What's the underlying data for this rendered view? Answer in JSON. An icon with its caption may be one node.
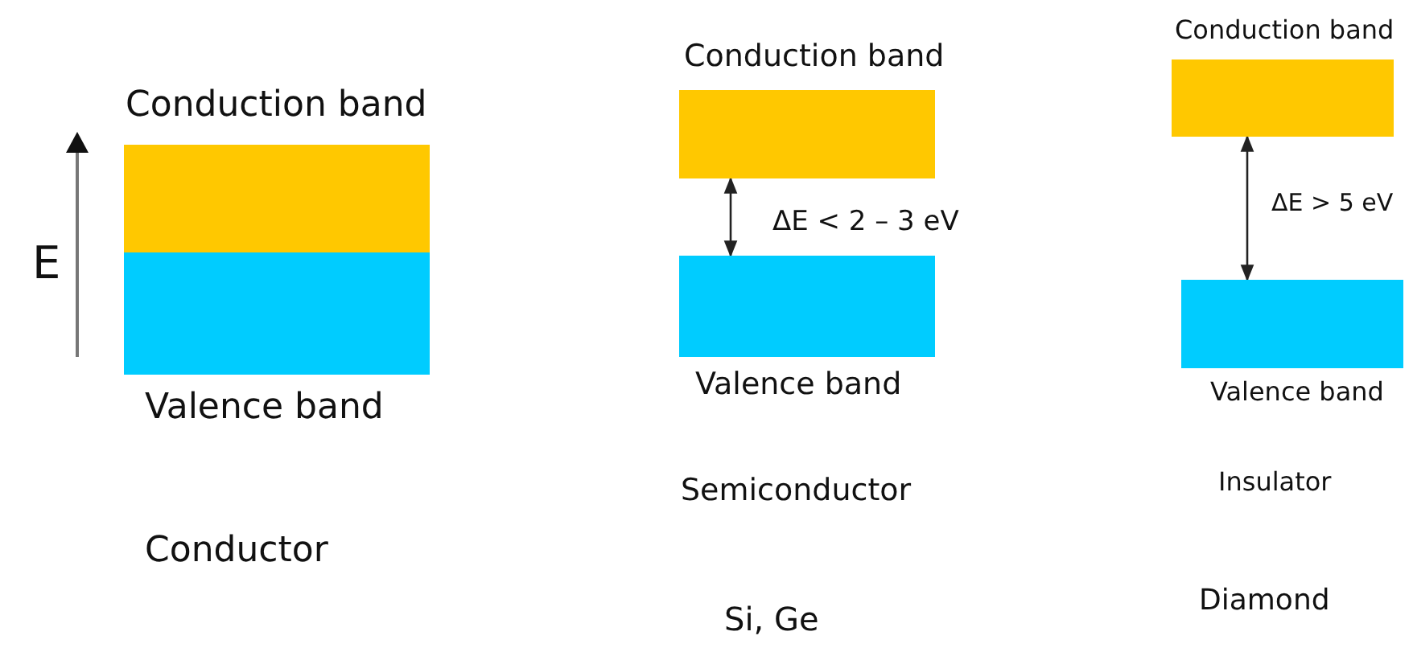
{
  "diagram": {
    "nodes": [
      {
        "text": [
          "Conduction band"
        ]
      },
      {
        "text": [
          "Valence band"
        ]
      },
      {
        "text": [
          "Conduction band"
        ]
      },
      {
        "text": [
          "Valence band"
        ]
      },
      {
        "text": [
          "Conduction band"
        ]
      },
      {
        "text": [
          "Valence band"
        ]
      }
    ],
    "edges": [
      {
        "from": 2,
        "to": 3,
        "arrow": "both",
        "label": "ΔE < 2 – 3 eV"
      },
      {
        "from": 4,
        "to": 5,
        "arrow": "both",
        "label": "ΔE > 5 eV"
      }
    ],
    "labels": [
      "E",
      "Conductor",
      "Semiconductor",
      "Si, Ge",
      "Insulator",
      "Diamond"
    ]
  }
}
